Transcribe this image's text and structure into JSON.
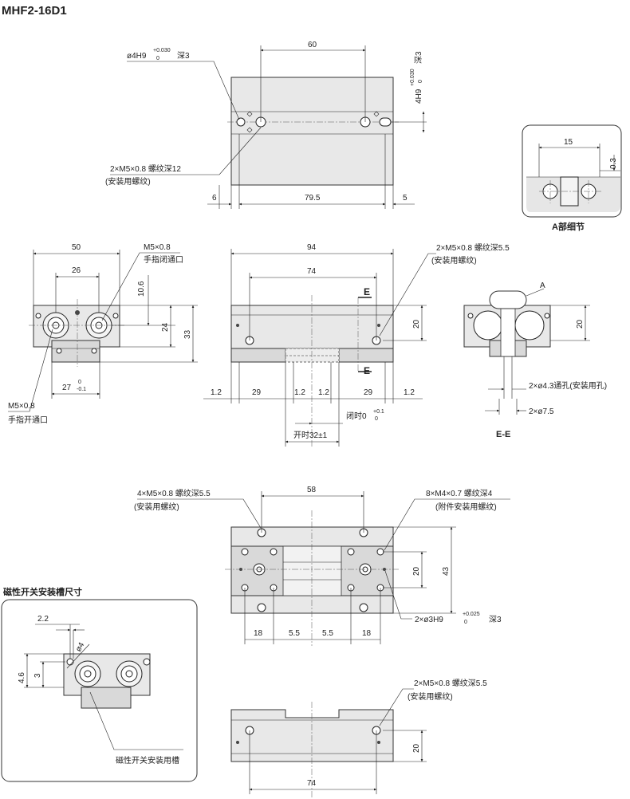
{
  "title": "MHF2-16D1",
  "top_view": {
    "hole_note": "ø4H9",
    "hole_tol_upper": "+0.030",
    "hole_tol_lower": "0",
    "hole_depth": "深3",
    "dim_60": "60",
    "side_note_main": "4H9",
    "side_note_upper": "+0.030",
    "side_note_lower": "0",
    "side_note_depth": "深3",
    "thread_note": "2×M5×0.8 螺纹深12",
    "thread_sub": "(安装用螺纹)",
    "dim_6": "6",
    "dim_79_5": "79.5",
    "dim_5": "5"
  },
  "detail_a": {
    "dim_15": "15",
    "dim_0_3": "0.3",
    "caption": "A部细节"
  },
  "end_view": {
    "dim_50": "50",
    "dim_26": "26",
    "dim_10_6": "10.6",
    "dim_24": "24",
    "dim_33": "33",
    "port_close": "M5×0.8",
    "port_close_sub": "手指闭通口",
    "dim_27": "27",
    "dim_27_upper": "0",
    "dim_27_lower": "-0.1",
    "port_open": "M5×0.8",
    "port_open_sub": "手指开通口"
  },
  "front_view": {
    "dim_94": "94",
    "dim_74": "74",
    "thread_note": "2×M5×0.8 螺纹深5.5",
    "thread_sub": "(安装用螺纹)",
    "dim_20": "20",
    "section_mark": "E",
    "dims_bottom": [
      "1.2",
      "29",
      "1.2",
      "1.2",
      "29",
      "1.2"
    ],
    "closed_label": "闭时0",
    "closed_upper": "+0.1",
    "closed_lower": "0",
    "open_label": "开时32±1"
  },
  "section_ee": {
    "detail_label": "A",
    "dim_20": "20",
    "thru_note": "2×ø4.3通孔(安装用孔)",
    "cb_note": "2×ø7.5",
    "caption": "E-E"
  },
  "bottom_view": {
    "thread_note": "4×M5×0.8 螺纹深5.5",
    "thread_sub": "(安装用螺纹)",
    "dim_58": "58",
    "acc_note": "8×M4×0.7 螺纹深4",
    "acc_sub": "(附件安装用螺纹)",
    "dim_20": "20",
    "dim_43": "43",
    "pin_note": "2×ø3H9",
    "pin_upper": "+0.025",
    "pin_lower": "0",
    "pin_depth": "深3",
    "dims_bottom": [
      "18",
      "5.5",
      "5.5",
      "18"
    ]
  },
  "switch_groove": {
    "heading": "磁性开关安装槽尺寸",
    "dim_2_2": "2.2",
    "dim_phi4": "ø4",
    "dim_4_6": "4.6",
    "dim_3": "3",
    "groove_label": "磁性开关安装用槽"
  },
  "rear_view": {
    "thread_note": "2×M5×0.8 螺纹深5.5",
    "thread_sub": "(安装用螺纹)",
    "dim_20": "20",
    "dim_74": "74"
  }
}
